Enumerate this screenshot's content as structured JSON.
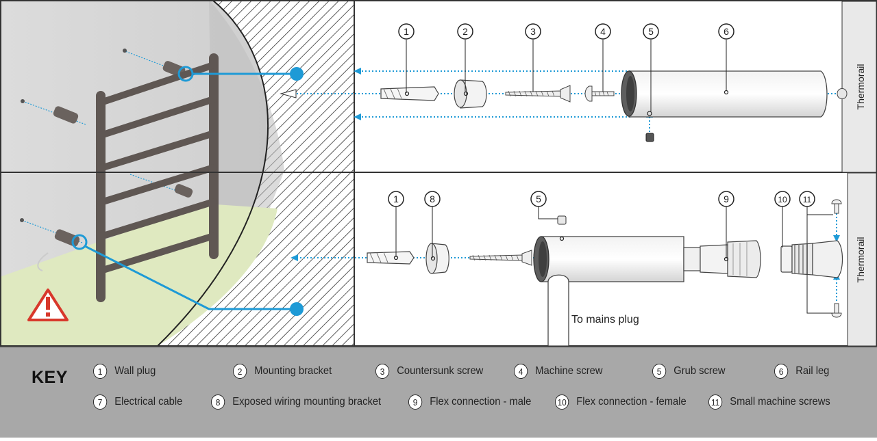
{
  "callouts": {
    "top": [
      "1",
      "2",
      "3",
      "4",
      "5",
      "6"
    ],
    "bottom": [
      "1",
      "8",
      "5",
      "9",
      "10",
      "11"
    ]
  },
  "side_label_top": "Thermorail",
  "side_label_bottom": "Thermorail",
  "mains_label": "To mains plug",
  "key": {
    "title": "KEY",
    "items": [
      {
        "num": "1",
        "label": "Wall plug"
      },
      {
        "num": "2",
        "label": "Mounting bracket"
      },
      {
        "num": "3",
        "label": "Countersunk screw"
      },
      {
        "num": "4",
        "label": "Machine screw"
      },
      {
        "num": "5",
        "label": "Grub screw"
      },
      {
        "num": "6",
        "label": "Rail leg"
      },
      {
        "num": "7",
        "label": "Electrical cable"
      },
      {
        "num": "8",
        "label": "Exposed wiring mounting bracket"
      },
      {
        "num": "9",
        "label": "Flex connection - male"
      },
      {
        "num": "10",
        "label": "Flex connection - female"
      },
      {
        "num": "11",
        "label": "Small machine screws"
      }
    ]
  },
  "colors": {
    "accent_blue": "#1e9ad6",
    "wall_grey": "#d6d6d6",
    "floor_green": "#dfe9c0",
    "rail_brown": "#6a625e",
    "warning_red": "#d8382b",
    "key_bg": "#a8a8a8"
  },
  "icons": [
    "warning-icon"
  ]
}
